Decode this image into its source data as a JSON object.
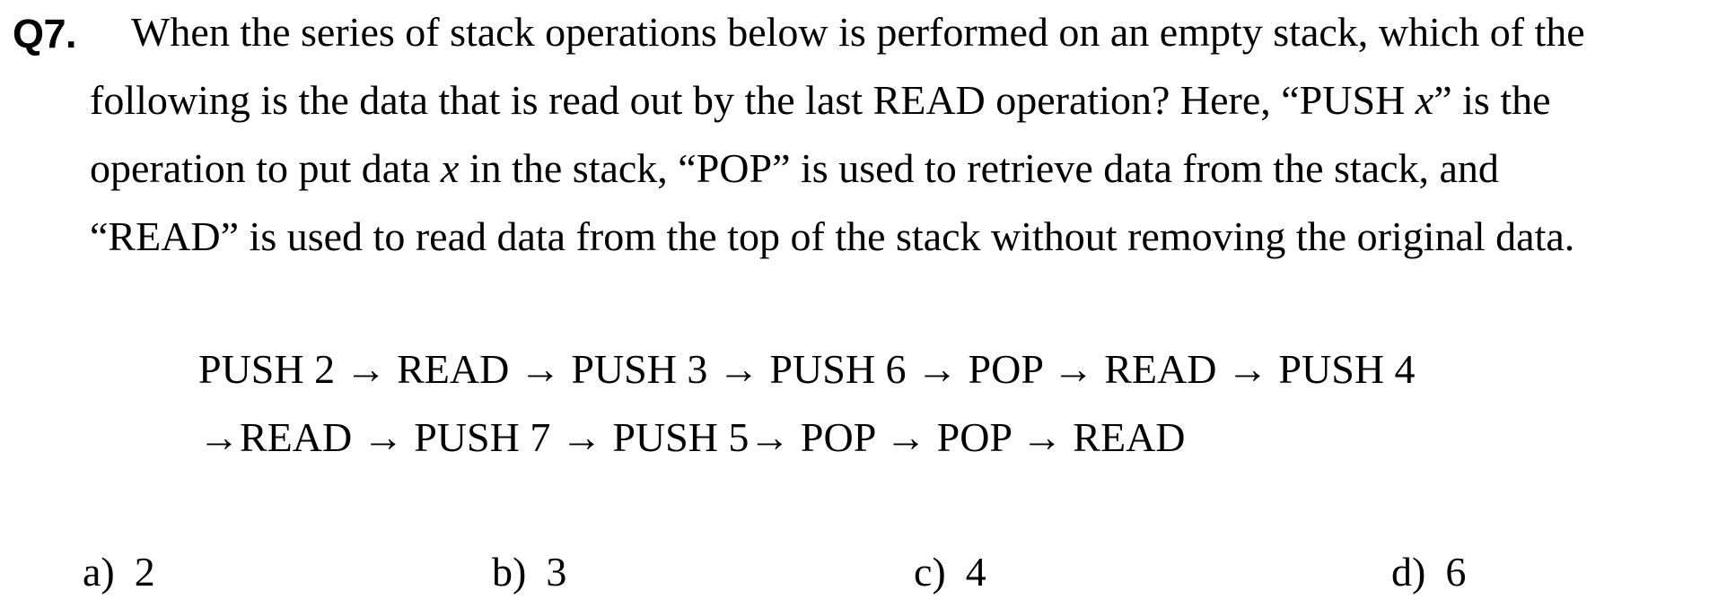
{
  "question": {
    "number": "Q7.",
    "lines": [
      "When the series of stack operations below is performed on an empty stack, which of the",
      "following is the data that is read out by the last READ operation?    Here, “PUSH ",
      "operation to put data ",
      "“READ” is used to read data from the top of the stack without removing the original data."
    ],
    "line2_var": "x",
    "line2_end": "” is the",
    "line3_var": "x",
    "line3_end": " in the stack, “POP” is used to retrieve data from the stack, and"
  },
  "operations": {
    "line1": "PUSH 2 → READ → PUSH 3 → PUSH 6 → POP → READ → PUSH 4",
    "line2": "→READ → PUSH 7 → PUSH 5→ POP → POP → READ"
  },
  "choices": [
    {
      "letter": "a)",
      "value": "2"
    },
    {
      "letter": "b)",
      "value": "3"
    },
    {
      "letter": "c)",
      "value": "4"
    },
    {
      "letter": "d)",
      "value": "6"
    }
  ]
}
